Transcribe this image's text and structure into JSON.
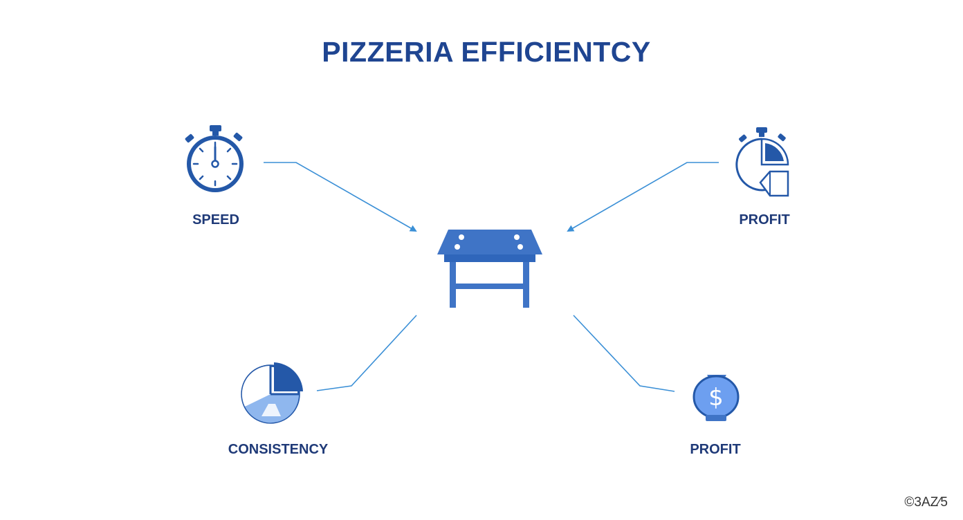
{
  "title": "PIZZERIA EFFICIENTCY",
  "center": {
    "icon": "prep-table-icon"
  },
  "nodes": [
    {
      "label": "SPEED",
      "icon": "stopwatch-icon"
    },
    {
      "label": "PROFIT",
      "icon": "stopwatch-pie-icon"
    },
    {
      "label": "CONSISTENCY",
      "icon": "pie-chart-icon"
    },
    {
      "label": "PROFIT",
      "icon": "money-bag-icon"
    }
  ],
  "credit": "©3AZ⁄5",
  "colors": {
    "title": "#1f4591",
    "label": "#1f3a78",
    "icon_dark": "#2458a8",
    "icon_mid": "#3f74c6",
    "icon_light": "#8fb7ee",
    "connector": "#3a8fd6"
  }
}
